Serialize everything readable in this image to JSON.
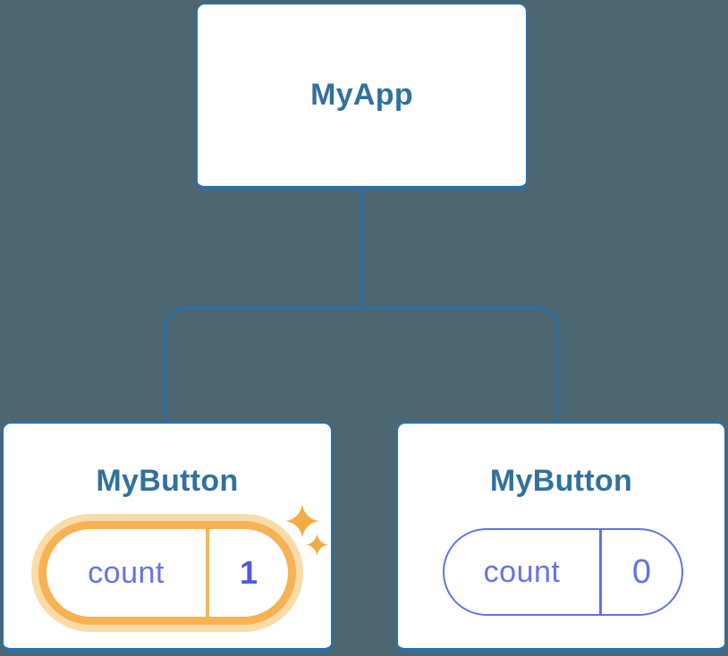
{
  "diagram": {
    "root": {
      "label": "MyApp"
    },
    "children": [
      {
        "label": "MyButton",
        "state": {
          "key": "count",
          "value": "1"
        },
        "highlighted": true,
        "sparkles": true
      },
      {
        "label": "MyButton",
        "state": {
          "key": "count",
          "value": "0"
        },
        "highlighted": false,
        "sparkles": false
      }
    ],
    "colors": {
      "background": "#4C6772",
      "connector": "#2E6FA6",
      "node_fill": "#FFFFFF",
      "node_label": "#30719F",
      "state_text": "#6673E4",
      "state_value_active": "#4F59DB",
      "state_stroke_idle": "#6172E3",
      "highlight_ring": "#F6B254",
      "highlight_halo": "#FBDBA7",
      "highlight_divider": "#F6B85C",
      "sparkle": "#F3AC44"
    }
  }
}
